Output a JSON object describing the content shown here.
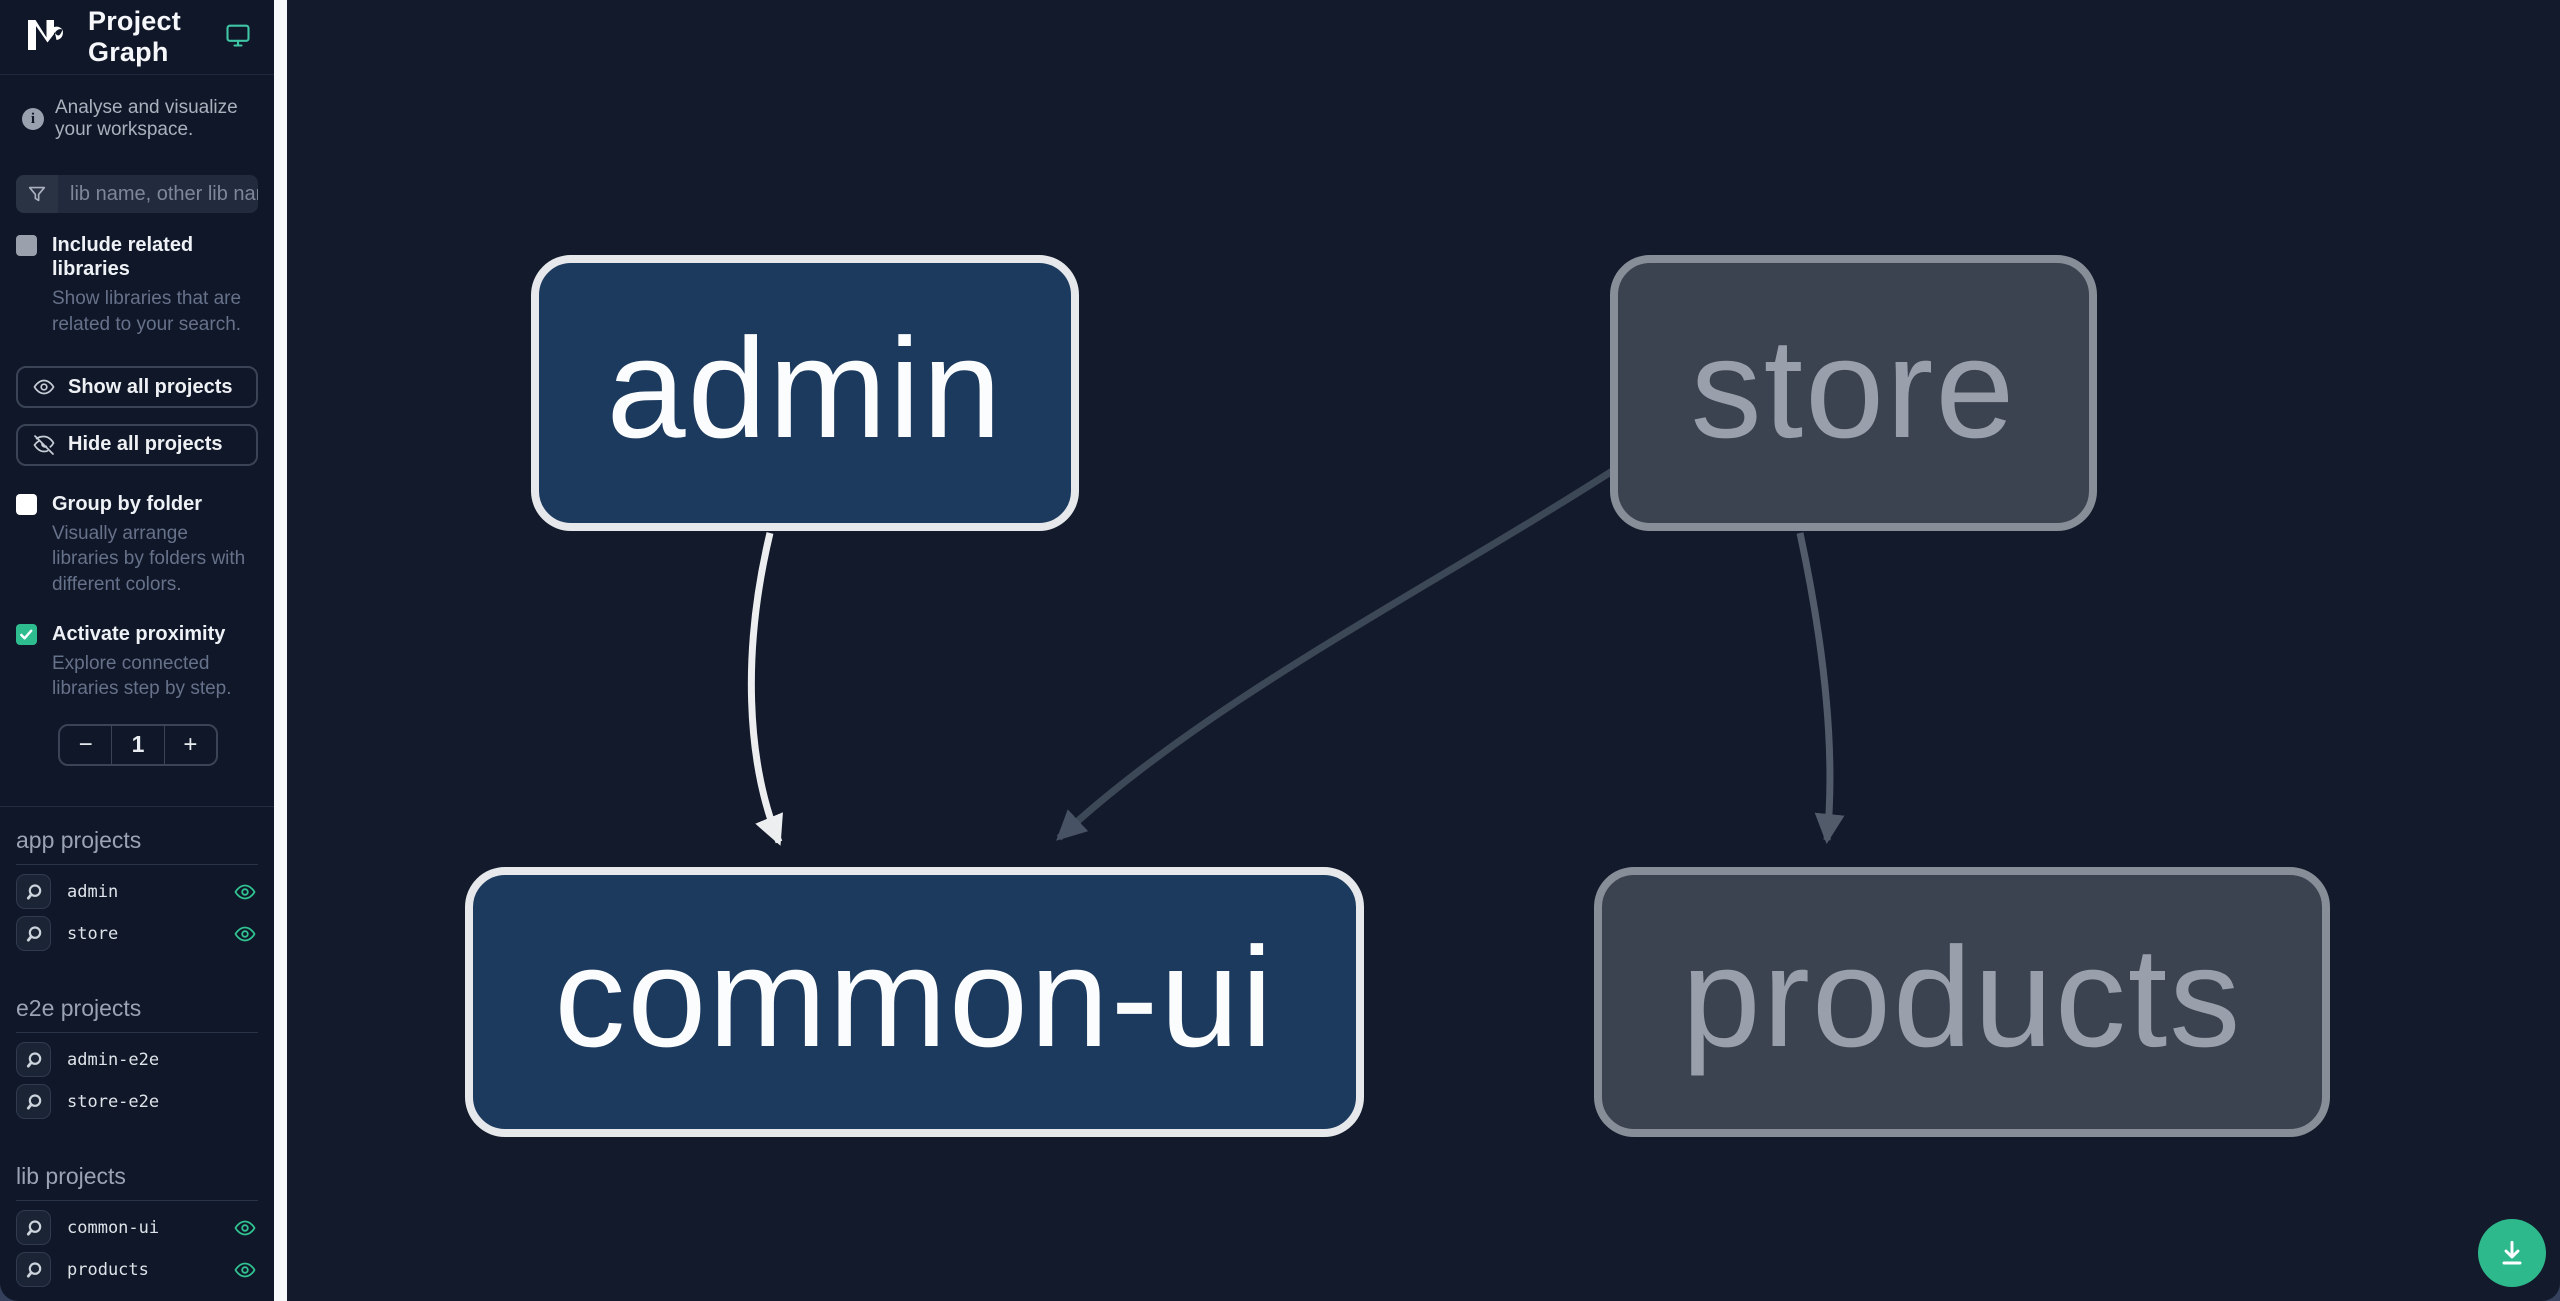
{
  "header": {
    "title": "Project Graph",
    "logo": "nx-logo",
    "tool_icon": "monitor-icon"
  },
  "sidebar": {
    "tagline": "Analyse and visualize your workspace.",
    "filter": {
      "placeholder": "lib name, other lib name"
    },
    "toggles": {
      "related": {
        "label": "Include related libraries",
        "description": "Show libraries that are related to your search.",
        "checked": false
      },
      "group": {
        "label": "Group by folder",
        "description": "Visually arrange libraries by folders with different colors.",
        "checked": false
      },
      "proximity": {
        "label": "Activate proximity",
        "description": "Explore connected libraries step by step.",
        "checked": true
      }
    },
    "buttons": {
      "show_all": {
        "label": "Show all projects",
        "icon": "eye-icon"
      },
      "hide_all": {
        "label": "Hide all projects",
        "icon": "eye-slash-icon"
      }
    },
    "proximity_stepper": {
      "decrement": "−",
      "value": "1",
      "increment": "+"
    },
    "sections": [
      {
        "title": "app projects",
        "items": [
          {
            "name": "admin",
            "visible": true
          },
          {
            "name": "store",
            "visible": true
          }
        ]
      },
      {
        "title": "e2e projects",
        "items": [
          {
            "name": "admin-e2e",
            "visible": false
          },
          {
            "name": "store-e2e",
            "visible": false
          }
        ]
      },
      {
        "title": "lib projects",
        "items": [
          {
            "name": "common-ui",
            "visible": true
          },
          {
            "name": "products",
            "visible": true
          }
        ]
      }
    ]
  },
  "graph": {
    "nodes": [
      {
        "id": "admin",
        "label": "admin",
        "state": "focused"
      },
      {
        "id": "store",
        "label": "store",
        "state": "muted"
      },
      {
        "id": "common-ui",
        "label": "common-ui",
        "state": "focused"
      },
      {
        "id": "products",
        "label": "products",
        "state": "muted"
      }
    ],
    "edges": [
      {
        "from": "admin",
        "to": "common-ui",
        "state": "focused"
      },
      {
        "from": "store",
        "to": "common-ui",
        "state": "muted"
      },
      {
        "from": "store",
        "to": "products",
        "state": "muted"
      }
    ]
  },
  "fab": {
    "icon": "download-icon"
  },
  "colors": {
    "canvas_bg": "#121a2b",
    "sidebar_bg": "#0f1728",
    "divider": "#f7f8f9",
    "node_focused_fill": "#1c3a5e",
    "node_focused_border": "#e6e8eb",
    "node_focused_text": "#fbfcfd",
    "node_muted_fill": "#3b4250",
    "node_muted_border": "#878e98",
    "node_muted_text": "#99a0ab",
    "edge_focused": "#eceef0",
    "edge_muted": "#3d4857",
    "edge_muted_light": "#515b6a",
    "accent_green": "#2eb98c",
    "checkbox_checked": "#2ebd8e"
  }
}
